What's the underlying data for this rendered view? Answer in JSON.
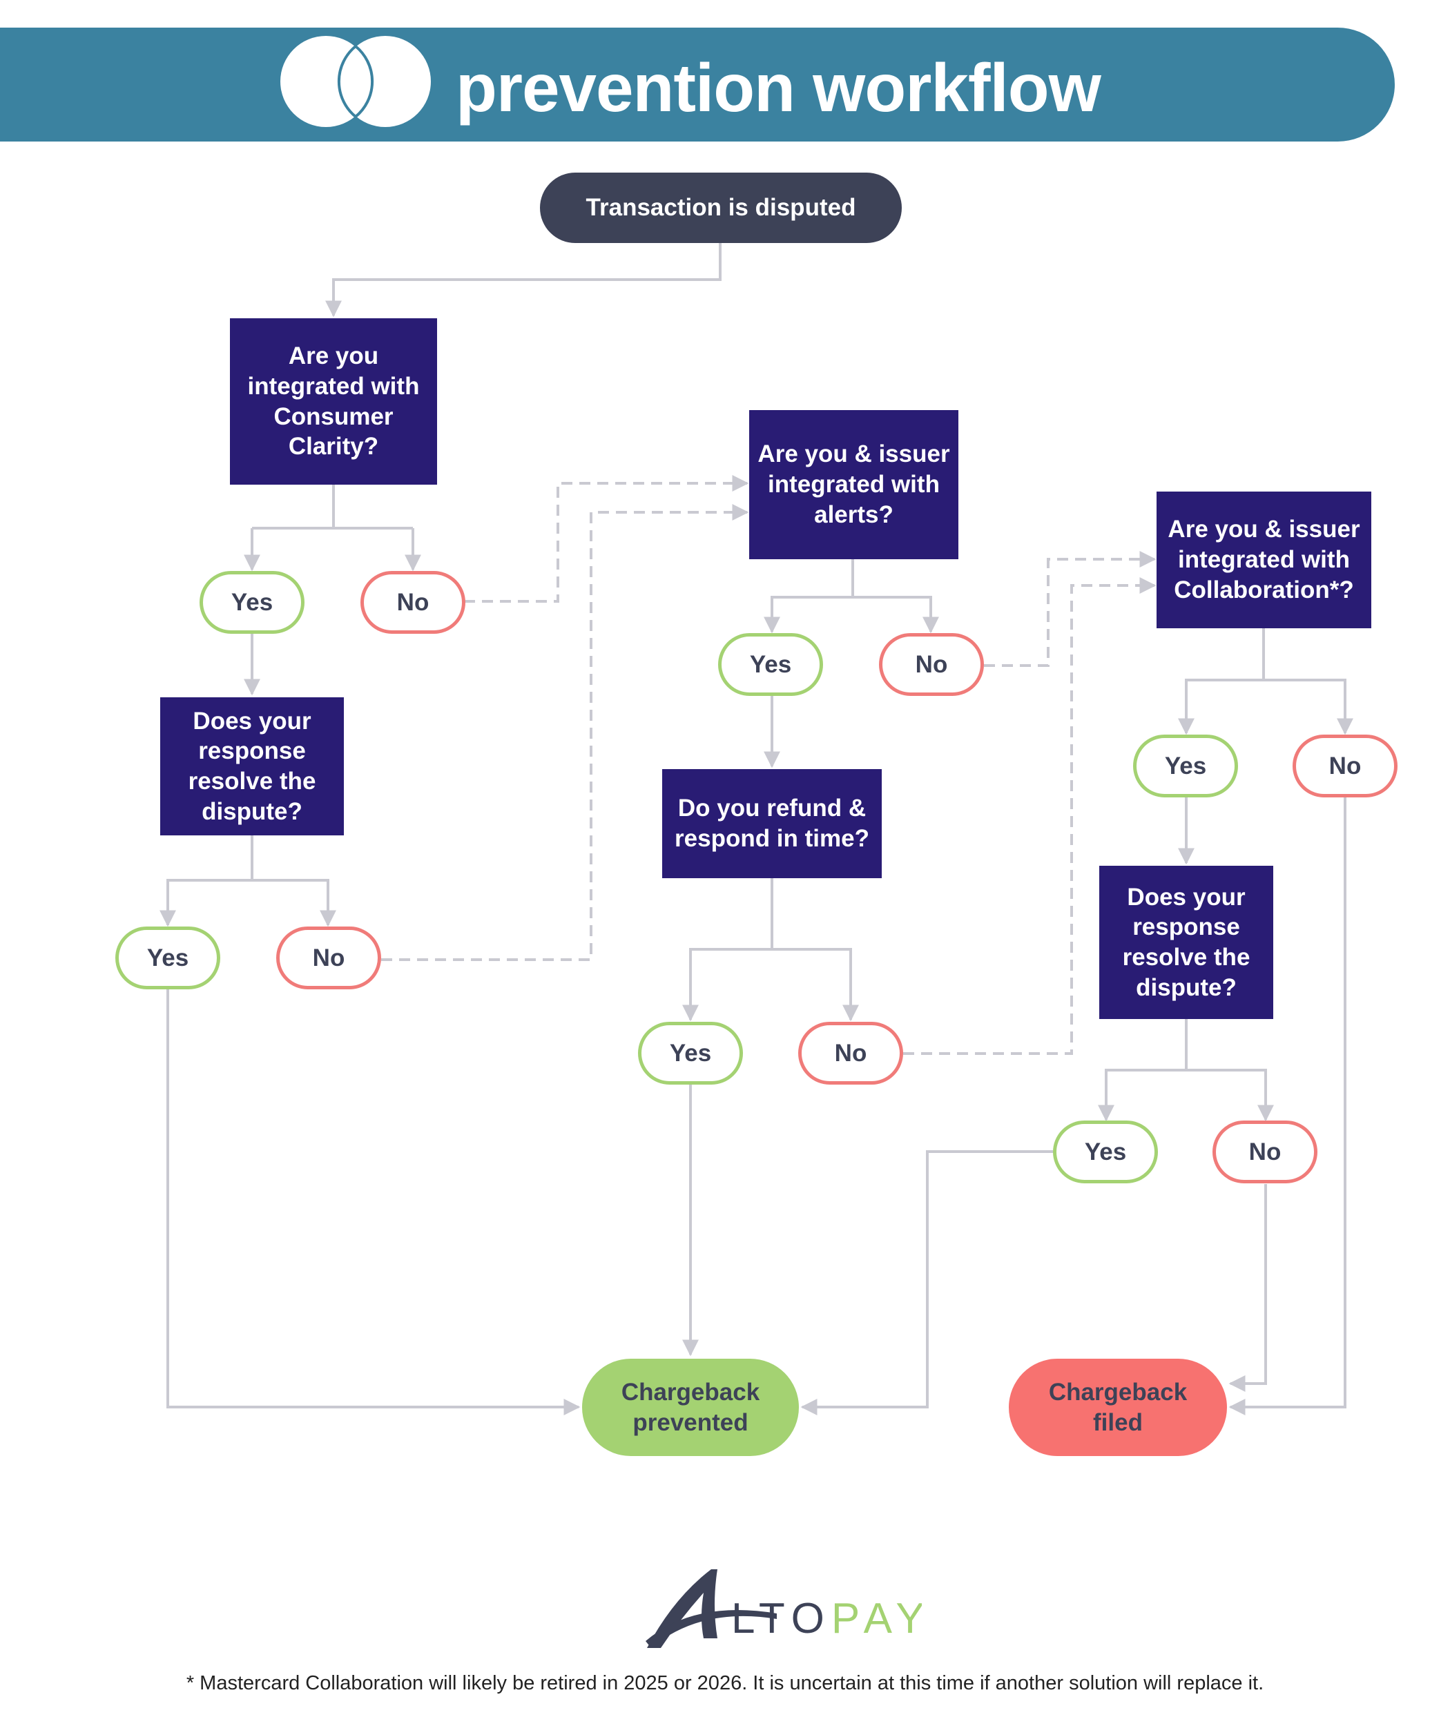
{
  "header": {
    "title": "prevention workflow",
    "logo_icon": "mastercard-circles-icon"
  },
  "colors": {
    "banner": "#3b82a0",
    "start_node": "#3d4257",
    "question_node": "#291c74",
    "yes_outline": "#a4d272",
    "no_outline": "#f07b79",
    "prevented_fill": "#a4d272",
    "filed_fill": "#f77270",
    "connector": "#c9c9d1"
  },
  "nodes": {
    "start": "Transaction is disputed",
    "q_consumer_clarity": "Are you integrated with Consumer Clarity?",
    "q_resolve_1": "Does your response resolve the dispute?",
    "q_alerts": "Are you & issuer integrated with alerts?",
    "q_refund": "Do you refund & respond in time?",
    "q_collaboration": "Are you & issuer integrated with Collaboration*?",
    "q_resolve_2": "Does your response resolve the dispute?",
    "end_prevented": "Chargeback prevented",
    "end_filed": "Chargeback filed"
  },
  "answers": {
    "yes": "Yes",
    "no": "No"
  },
  "brand": {
    "logo_icon": "altopay-logo-icon",
    "name_lead": "LTO",
    "name_accent": "PAY"
  },
  "footnote": "* Mastercard Collaboration will likely be retired in 2025 or 2026. It is uncertain at this time if another solution will replace it."
}
